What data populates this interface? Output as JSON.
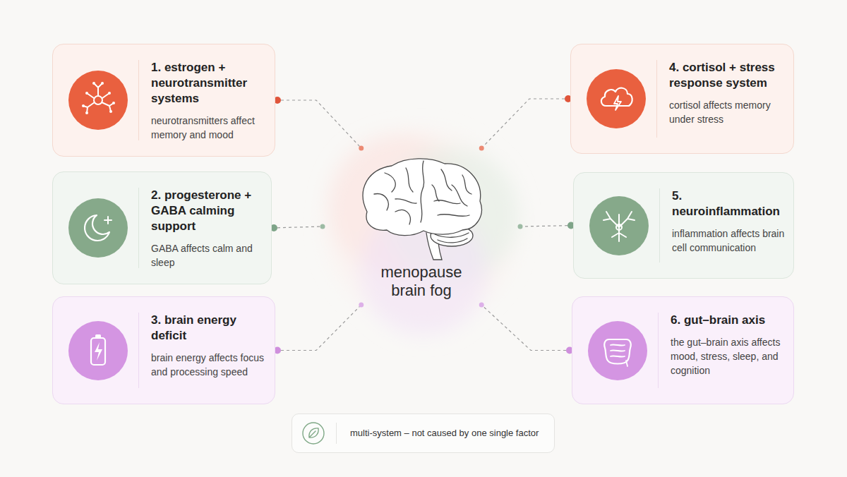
{
  "diagram": {
    "nodes": [
      {
        "text": [
          "1. estrogen + neurotransmitter systems",
          "neurotransmitters affect memory and mood"
        ]
      },
      {
        "text": [
          "2. progesterone + GABA calming support",
          "GABA affects calm and sleep"
        ]
      },
      {
        "text": [
          "3. brain energy deficit",
          "brain energy affects focus and processing speed"
        ]
      },
      {
        "text": [
          "menopause brain fog"
        ]
      },
      {
        "text": [
          "4. cortisol + stress response system",
          "cortisol affects memory under stress"
        ]
      },
      {
        "text": [
          "5. neuroinflammation",
          "inflammation affects brain cell communication"
        ]
      },
      {
        "text": [
          "6. gut–brain axis",
          "the gut–brain axis affects mood, stress, sleep, and cognition"
        ]
      },
      {
        "text": [
          "multi-system – not caused by one single factor"
        ]
      }
    ],
    "edges": [
      {
        "from": 0,
        "to": 3,
        "arrow": "none"
      },
      {
        "from": 1,
        "to": 3,
        "arrow": "none"
      },
      {
        "from": 2,
        "to": 3,
        "arrow": "none"
      },
      {
        "from": 4,
        "to": 3,
        "arrow": "none"
      },
      {
        "from": 5,
        "to": 3,
        "arrow": "none"
      },
      {
        "from": 6,
        "to": 3,
        "arrow": "none"
      }
    ]
  }
}
